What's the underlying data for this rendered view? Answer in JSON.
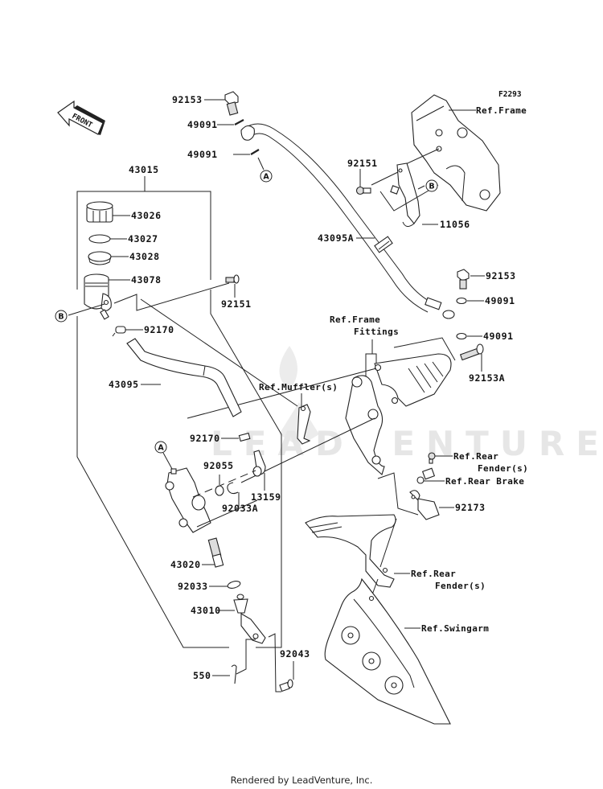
{
  "diagram": {
    "figure_code": "F2293",
    "front_arrow_label": "FRONT",
    "watermark": "LEADVENTURE",
    "footer": "Rendered by LeadVenture, Inc."
  },
  "callouts": {
    "p92153_top": "92153",
    "p49091_a": "49091",
    "p49091_b": "49091",
    "p43015": "43015",
    "p43026": "43026",
    "p43027": "43027",
    "p43028": "43028",
    "p43078": "43078",
    "p92151_left": "92151",
    "p92170_top": "92170",
    "p43095": "43095",
    "p92170_mid": "92170",
    "p92055": "92055",
    "p92033A": "92033A",
    "p13159": "13159",
    "p43020": "43020",
    "p92033": "92033",
    "p43010": "43010",
    "p550": "550",
    "p92043": "92043",
    "p92151_right": "92151",
    "p11056": "11056",
    "p43095A": "43095A",
    "p92153_right": "92153",
    "p49091_c": "49091",
    "p49091_d": "49091",
    "p92153A": "92153A",
    "p92173": "92173"
  },
  "references": {
    "ref_frame_top": "Ref.Frame",
    "ref_frame_fittings_1": "Ref.Frame",
    "ref_frame_fittings_2": "Fittings",
    "ref_muffler": "Ref.Muffler(s)",
    "ref_rear_fender_1a": "Ref.Rear",
    "ref_rear_fender_1b": "Fender(s)",
    "ref_rear_brake": "Ref.Rear Brake",
    "ref_rear_fender_2a": "Ref.Rear",
    "ref_rear_fender_2b": "Fender(s)",
    "ref_swingarm": "Ref.Swingarm"
  },
  "markers": {
    "a_top": "A",
    "a_bottom": "A",
    "b_left": "B",
    "b_right": "B"
  }
}
